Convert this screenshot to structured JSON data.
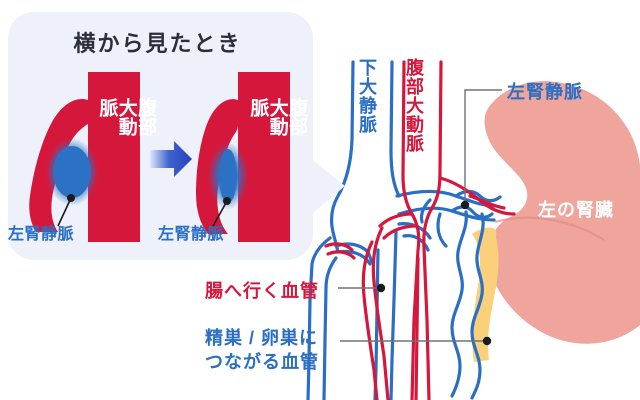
{
  "figure": {
    "type": "medical-anatomy-diagram",
    "subject": "nutcracker-phenomenon-left-renal-vein-compression",
    "background_color": "#ffffff"
  },
  "callout": {
    "title": "横から見たとき",
    "background_color": "#eef1fa",
    "panels": [
      {
        "state": "normal",
        "aorta_label": "腹部\n大動\n脈",
        "vein_label": "左腎静脈",
        "vein_state": "open"
      },
      {
        "state": "compressed",
        "aorta_label": "腹部\n大動\n脈",
        "vein_label": "左腎静脈",
        "vein_state": "narrowed"
      }
    ],
    "arrow": {
      "direction": "right",
      "color": "#2b55c4"
    }
  },
  "main_diagram": {
    "vessel_labels": [
      {
        "id": "ivc",
        "text": "下大静脈",
        "color": "#2a6fc4",
        "orientation": "vertical"
      },
      {
        "id": "aorta",
        "text": "腹部大動脈",
        "color": "#d6173c",
        "orientation": "vertical"
      }
    ],
    "leader_labels": [
      {
        "id": "left-renal-vein",
        "text": "左腎静脈",
        "color": "#2a6fc4"
      },
      {
        "id": "gut-vessel",
        "text": "腸へ行く血管",
        "color": "#d6173c"
      },
      {
        "id": "gonadal-vessel",
        "text": "精巣 / 卵巣に\nつながる血管",
        "color": "#2a6fc4"
      }
    ],
    "organs": [
      {
        "id": "left-kidney",
        "text": "左の腎臓",
        "fill": "#efa49c",
        "label_color": "#ffffff"
      },
      {
        "id": "adrenal-fat",
        "fill": "#fad07a"
      }
    ]
  },
  "palette": {
    "artery_red": "#d6173c",
    "vein_blue": "#2a6fc4",
    "kidney_pink": "#efa49c",
    "fat_yellow": "#fad07a",
    "callout_bg": "#eef1fa",
    "leader_gray": "#6f7278",
    "title_ink": "#2b2f3a"
  }
}
